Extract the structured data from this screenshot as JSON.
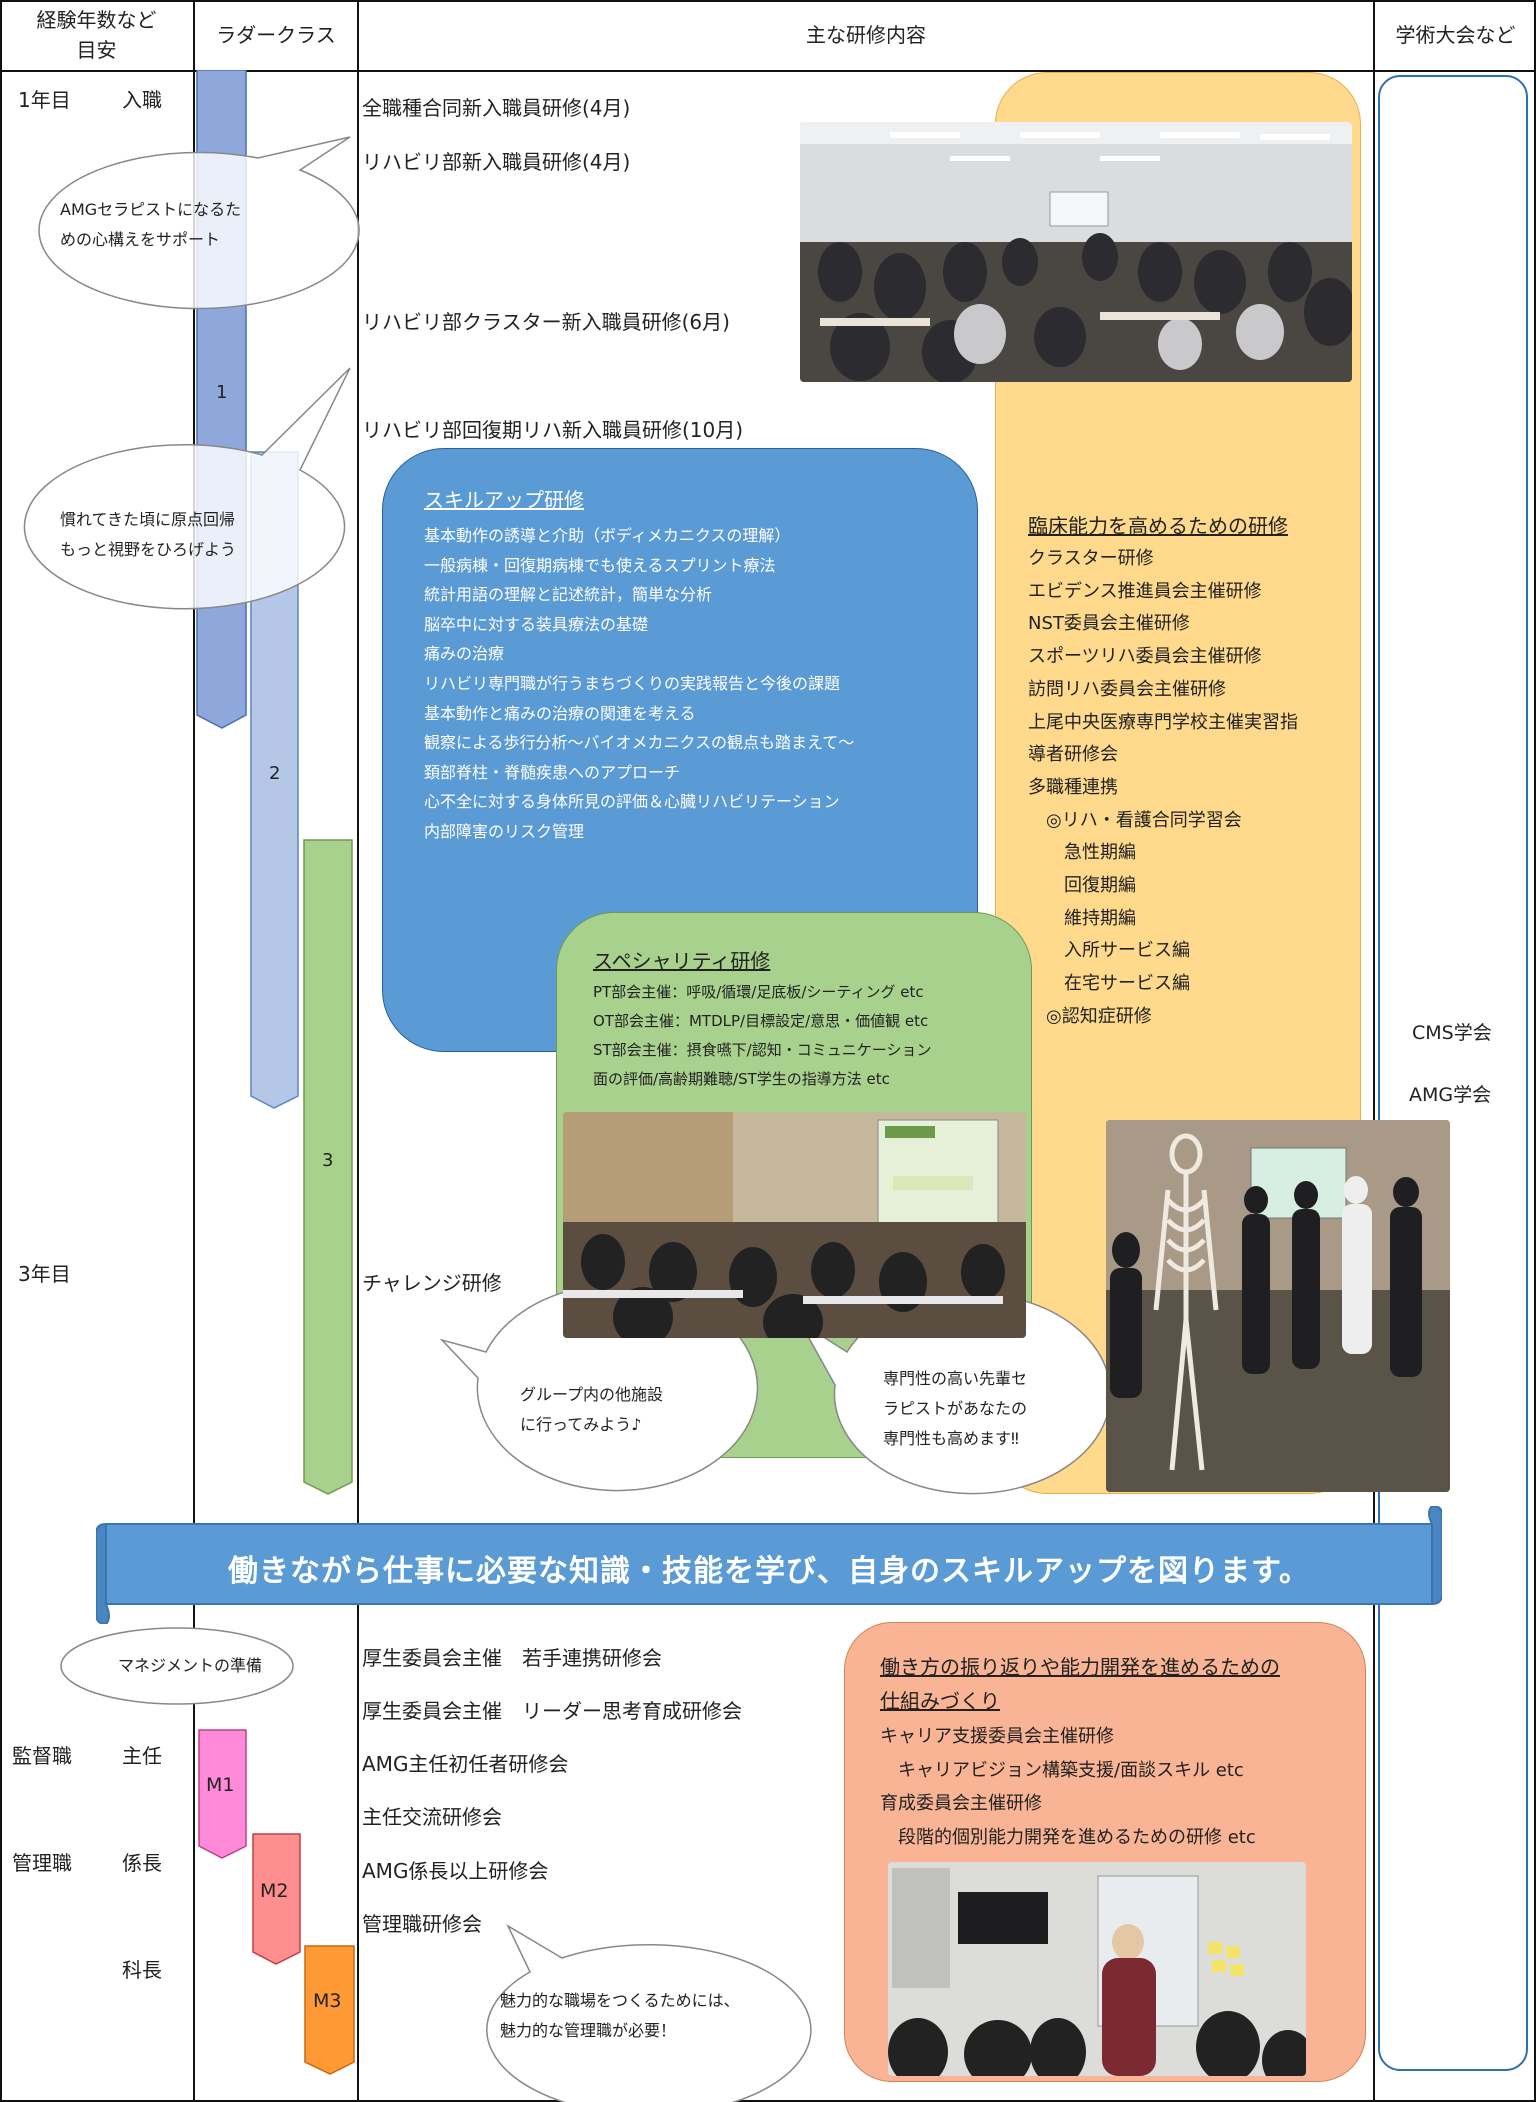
{
  "header": {
    "col1": "経験年数など\n目安",
    "col2": "ラダークラス",
    "col3": "主な研修内容",
    "col4": "学術大会など"
  },
  "experience": {
    "year1": "1年目",
    "entry": "入職",
    "year3": "3年目",
    "supervisor": "監督職",
    "chief": "主任",
    "manager": "管理職",
    "subsection": "係長",
    "section": "科長"
  },
  "ladder": {
    "c1": "1",
    "c2": "2",
    "c3": "3",
    "m1": "M1",
    "m2": "M2",
    "m3": "M3"
  },
  "courses": {
    "c1": "全職種合同新入職員研修(4月)",
    "c2": "リハビリ部新入職員研修(4月)",
    "c3": "リハビリ部クラスター新入職員研修(6月)",
    "c4": "リハビリ部回復期リハ新入職員研修(10月)",
    "challenge": "チャレンジ研修"
  },
  "bubbles": {
    "b1_l1": "AMGセラピストになるた",
    "b1_l2": "めの心構えをサポート",
    "b2_l1": "慣れてきた頃に原点回帰",
    "b2_l2": "もっと視野をひろげよう",
    "b3_l1": "グループ内の他施設",
    "b3_l2": "に行ってみよう♪",
    "b4_l1": "専門性の高い先輩セ",
    "b4_l2": "ラピストがあなたの",
    "b4_l3": "専門性も高めます‼",
    "b5": "マネジメントの準備",
    "b6_l1": "魅力的な職場をつくるためには、",
    "b6_l2": "魅力的な管理職が必要！"
  },
  "skillup": {
    "title": "スキルアップ研修",
    "items": [
      "基本動作の誘導と介助（ボディメカニクスの理解）",
      "一般病棟・回復期病棟でも使えるスプリント療法",
      "統計用語の理解と記述統計，簡単な分析",
      "脳卒中に対する装具療法の基礎",
      "痛みの治療",
      "リハビリ専門職が行うまちづくりの実践報告と今後の課題",
      "基本動作と痛みの治療の関連を考える",
      "観察による歩行分析～バイオメカニクスの観点も踏まえて～",
      "頚部脊柱・脊髄疾患へのアプローチ",
      "心不全に対する身体所見の評価＆心臓リハビリテーション",
      "内部障害のリスク管理"
    ]
  },
  "specialty": {
    "title": "スペシャリティ研修",
    "items": [
      "PT部会主催：呼吸/循環/足底板/シーティング etc",
      "OT部会主催：MTDLP/目標設定/意思・価値観 etc",
      "ST部会主催：摂食嚥下/認知・コミュニケーション",
      "面の評価/高齢期難聴/ST学生の指導方法 etc"
    ]
  },
  "clinical": {
    "title": "臨床能力を高めるための研修",
    "items": [
      "クラスター研修",
      "エビデンス推進員会主催研修",
      "NST委員会主催研修",
      "スポーツリハ委員会主催研修",
      "訪問リハ委員会主催研修",
      "上尾中央医療専門学校主催実習指",
      "導者研修会",
      "多職種連携",
      "　◎リハ・看護合同学習会",
      "　　急性期編",
      "　　回復期編",
      "　　維持期編",
      "　　入所サービス編",
      "　　在宅サービス編",
      "　◎認知症研修"
    ]
  },
  "academic": {
    "a1": "CMS学会",
    "a2": "AMG学会"
  },
  "banner": "働きながら仕事に必要な知識・技能を学び、自身のスキルアップを図ります。",
  "mgmt_courses": [
    "厚生委員会主催　若手連携研修会",
    "厚生委員会主催　リーダー思考育成研修会",
    "AMG主任初任者研修会",
    "主任交流研修会",
    "AMG係長以上研修会",
    "管理職研修会"
  ],
  "career": {
    "title_l1": "働き方の振り返りや能力開発を進めるための",
    "title_l2": "仕組みづくり",
    "items": [
      "キャリア支援委員会主催研修",
      "　キャリアビジョン構築支援/面談スキル etc",
      "育成委員会主催研修",
      "　段階的個別能力開発を進めるための研修 etc"
    ]
  },
  "colors": {
    "skillup": "#5b9bd5",
    "specialty": "#a9d18e",
    "clinical": "#ffd98c",
    "career": "#f8b494",
    "banner": "#5b9bd5",
    "ladder1": "#8fa8dc",
    "ladder2": "#b4c7e7",
    "ladder3": "#a9d18e",
    "m1": "#ff8ad8",
    "m2": "#ff8f8f",
    "m3": "#ff9933"
  }
}
